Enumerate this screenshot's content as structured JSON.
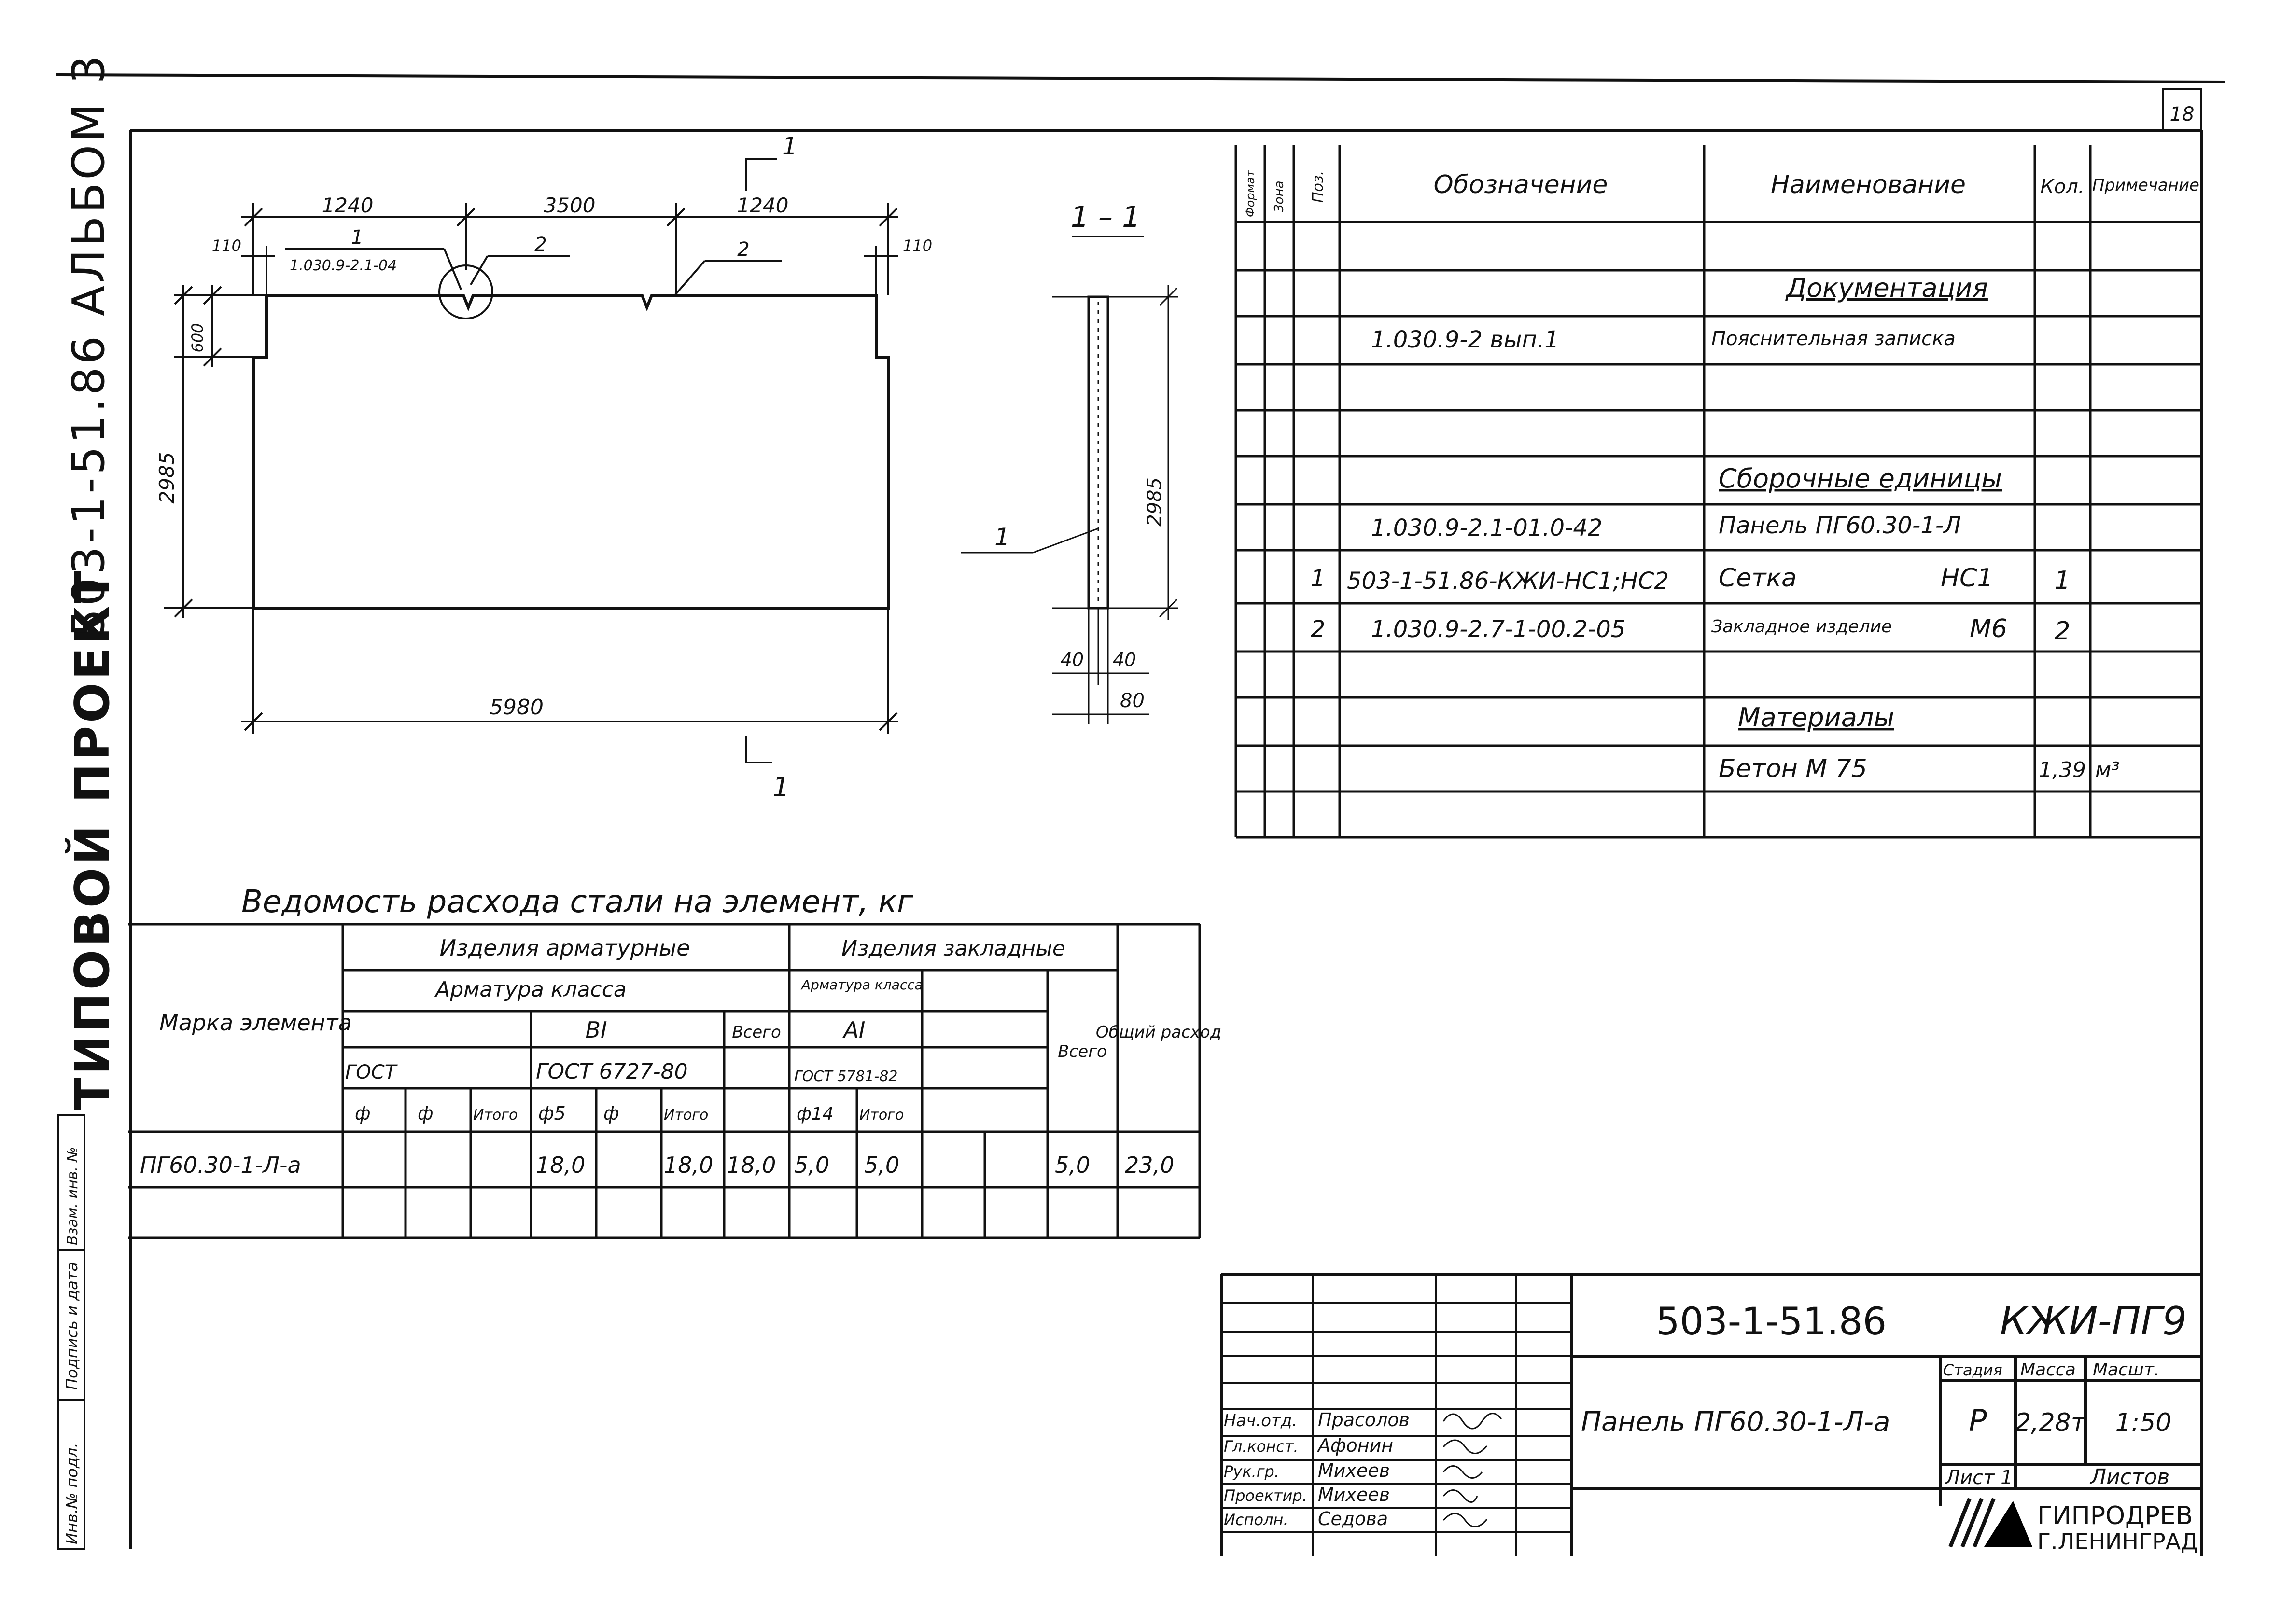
{
  "side": {
    "series": "503-1-51.86 АЛЬБОМ 3",
    "type": "ТИПОВОЙ ПРОЕКТ",
    "stamp_cells": [
      "Инв.№ подл.",
      "Подпись и дата",
      "Взам. инв. №"
    ]
  },
  "sheet_no": "18",
  "drawing": {
    "dims": {
      "left_span": "1240",
      "mid_span": "3500",
      "right_span": "1240",
      "left_step": "110",
      "right_step": "110",
      "step_height": "600",
      "height": "2985",
      "length": "5980",
      "section_height": "2985",
      "section_a": "40",
      "section_b": "40",
      "section_thickness": "80"
    },
    "callouts": {
      "c1": "1",
      "c1_ref": "1.030.9-2.1-04",
      "c2a": "2",
      "c2b": "2",
      "cut_top": "1",
      "cut_bottom": "1",
      "section_title": "1 – 1",
      "section_callout": "1"
    }
  },
  "spec": {
    "headers": {
      "format": "Формат",
      "zone": "Зона",
      "pos": "Поз.",
      "designation": "Обозначение",
      "name": "Наименование",
      "qty": "Кол.",
      "note": "Примечание"
    },
    "rows": [
      {
        "section": "Документация"
      },
      {
        "designation": "1.030.9-2  вып.1",
        "name": "Пояснительная записка"
      },
      {
        "section": "Сборочные единицы"
      },
      {
        "designation": "1.030.9-2.1-01.0-42",
        "name": "Панель ПГ60.30-1-Л"
      },
      {
        "pos": "1",
        "designation": "503-1-51.86-КЖИ-НС1;НС2",
        "name": "Сетка",
        "mark": "НС1",
        "qty": "1"
      },
      {
        "pos": "2",
        "designation": "1.030.9-2.7-1-00.2-05",
        "name": "Закладное изделие",
        "mark": "М6",
        "qty": "2"
      },
      {
        "section": "Материалы"
      },
      {
        "name": "Бетон  М 75",
        "qty": "1,39",
        "unit": "м³"
      }
    ]
  },
  "steel": {
    "title": "Ведомость расхода стали на элемент, кг",
    "headers": {
      "mark": "Марка элемента",
      "rebar_products": "Изделия арматурные",
      "embedded_products": "Изделия закладные",
      "rebar_class": "Арматура класса",
      "rebar_class_small": "Арматура класса",
      "class_b1": "ВI",
      "class_a1": "AI",
      "gost": "ГОСТ",
      "gost_6727": "ГОСТ 6727-80",
      "gost_5781": "ГОСТ 5781-82",
      "total": "Всего",
      "total2": "Всего",
      "overall": "Общий расход",
      "phi_1": "ф",
      "phi_2": "ф",
      "itogo_1": "Итого",
      "phi5": "ф5",
      "phi_3": "ф",
      "itogo_2": "Итого",
      "phi14": "ф14",
      "itogo_3": "Итого"
    },
    "row": {
      "mark": "ПГ60.30-1-Л-а",
      "phi5": "18,0",
      "itogo_b1": "18,0",
      "total_rebar": "18,0",
      "phi14": "5,0",
      "itogo_a1": "5,0",
      "total_embedded": "5,0",
      "overall": "23,0"
    }
  },
  "title_block": {
    "code": "503-1-51.86",
    "sheet_code": "КЖИ-ПГ9",
    "title": "Панель ПГ60.30-1-Л-а",
    "stage_label": "Стадия",
    "mass_label": "Масса",
    "scale_label": "Масшт.",
    "stage": "Р",
    "mass": "2,28т",
    "scale": "1:50",
    "sheet_label": "Лист 1",
    "sheets_label": "Листов",
    "org_line1": "ГИПРОДРЕВ",
    "org_line2": "Г.ЛЕНИНГРАД",
    "roles": [
      {
        "role": "Нач.отд.",
        "name": "Прасолов"
      },
      {
        "role": "Гл.конст.",
        "name": "Афонин"
      },
      {
        "role": "Рук.гр.",
        "name": "Михеев"
      },
      {
        "role": "Проектир.",
        "name": "Михеев"
      },
      {
        "role": "Исполн.",
        "name": "Седова"
      }
    ]
  }
}
